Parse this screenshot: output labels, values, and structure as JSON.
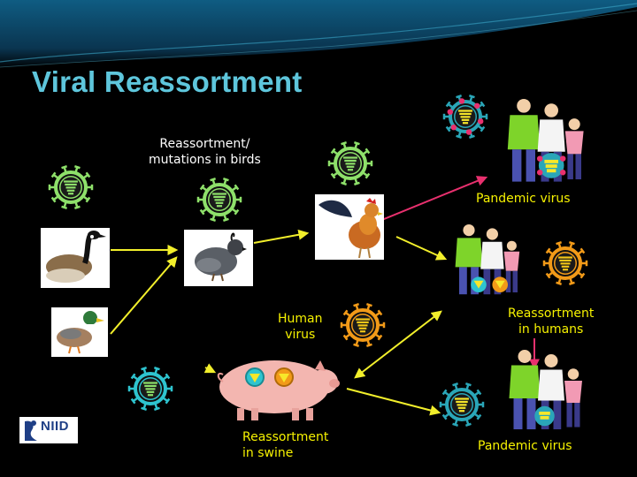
{
  "slide": {
    "title": "Viral Reassortment",
    "labels": {
      "birds": "Reassortment/\nmutations in birds",
      "pandemic_top": "Pandemic virus",
      "human_virus": "Human\nvirus",
      "humans": "Reassortment\nin humans",
      "swine": "Reassortment\nin swine",
      "pandemic_bottom": "Pandemic virus"
    },
    "logo": {
      "text": "NIID",
      "icon": "niid-logo"
    }
  },
  "colors": {
    "background": "#000000",
    "title": "#5ec6dc",
    "arrow_yellow": "#f2ef2b",
    "arrow_pink": "#e8306e",
    "virus_avian_spikes": "#8ee06a",
    "virus_avian_core": "#8ee06a",
    "virus_swine_spikes": "#2ec4cf",
    "virus_human_spikes": "#f29a18",
    "virus_pandemic_spikes": "#2aa6b8",
    "virus_pandemic_core": "#f7e72a",
    "virus_pandemic_dots": "#e8306e"
  },
  "icons": [
    "virus-icon",
    "goose-icon",
    "duck-icon",
    "quail-icon",
    "rooster-icon",
    "pig-icon",
    "people-icon",
    "niid-logo"
  ]
}
